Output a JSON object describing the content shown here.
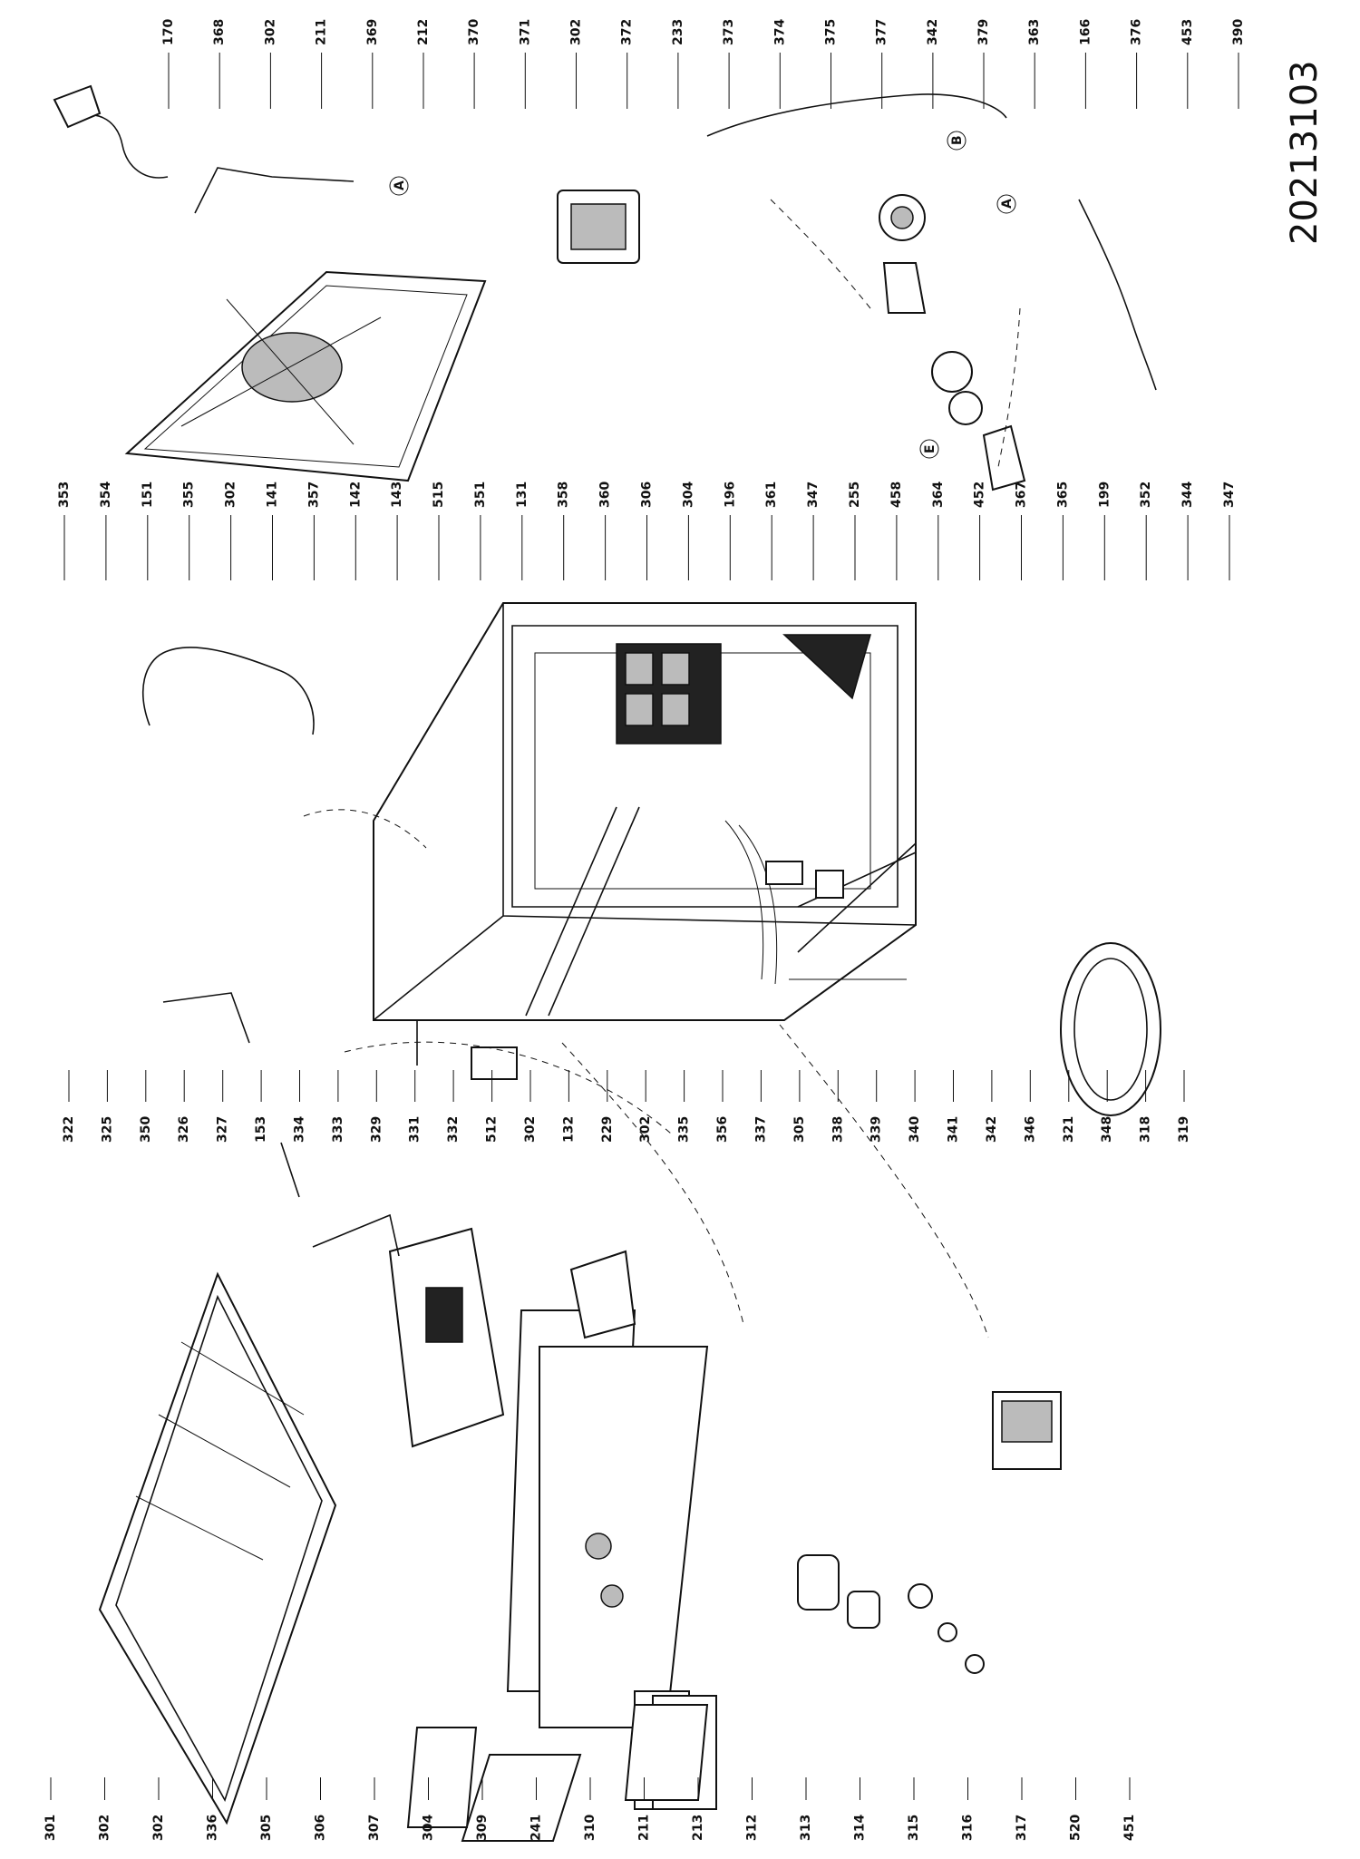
{
  "drawing_code": "20213103",
  "callouts": {
    "bottom_row": [
      "301",
      "302",
      "302",
      "336",
      "305",
      "306",
      "307",
      "304",
      "309",
      "241",
      "310",
      "211",
      "213",
      "312",
      "313",
      "314",
      "315",
      "316",
      "317",
      "520",
      "451"
    ],
    "mid_row": [
      "322",
      "325",
      "350",
      "326",
      "327",
      "153",
      "334",
      "333",
      "329",
      "331",
      "332",
      "512",
      "302",
      "132",
      "229",
      "302",
      "335",
      "356",
      "337",
      "305",
      "338",
      "339",
      "340",
      "341",
      "342",
      "346",
      "321",
      "348",
      "318",
      "319"
    ],
    "upper_row": [
      "353",
      "354",
      "151",
      "355",
      "302",
      "141",
      "357",
      "142",
      "143",
      "515",
      "351",
      "131",
      "358",
      "360",
      "306",
      "304",
      "196",
      "361",
      "347",
      "255",
      "458",
      "364",
      "452",
      "367",
      "365",
      "199",
      "352",
      "344",
      "347"
    ],
    "top_row": [
      "170",
      "368",
      "302",
      "211",
      "369",
      "212",
      "370",
      "371",
      "302",
      "372",
      "233",
      "373",
      "374",
      "375",
      "377",
      "342",
      "379",
      "363",
      "166",
      "376",
      "453",
      "390"
    ],
    "reference_marks": [
      "A",
      "A",
      "B",
      "E"
    ]
  }
}
